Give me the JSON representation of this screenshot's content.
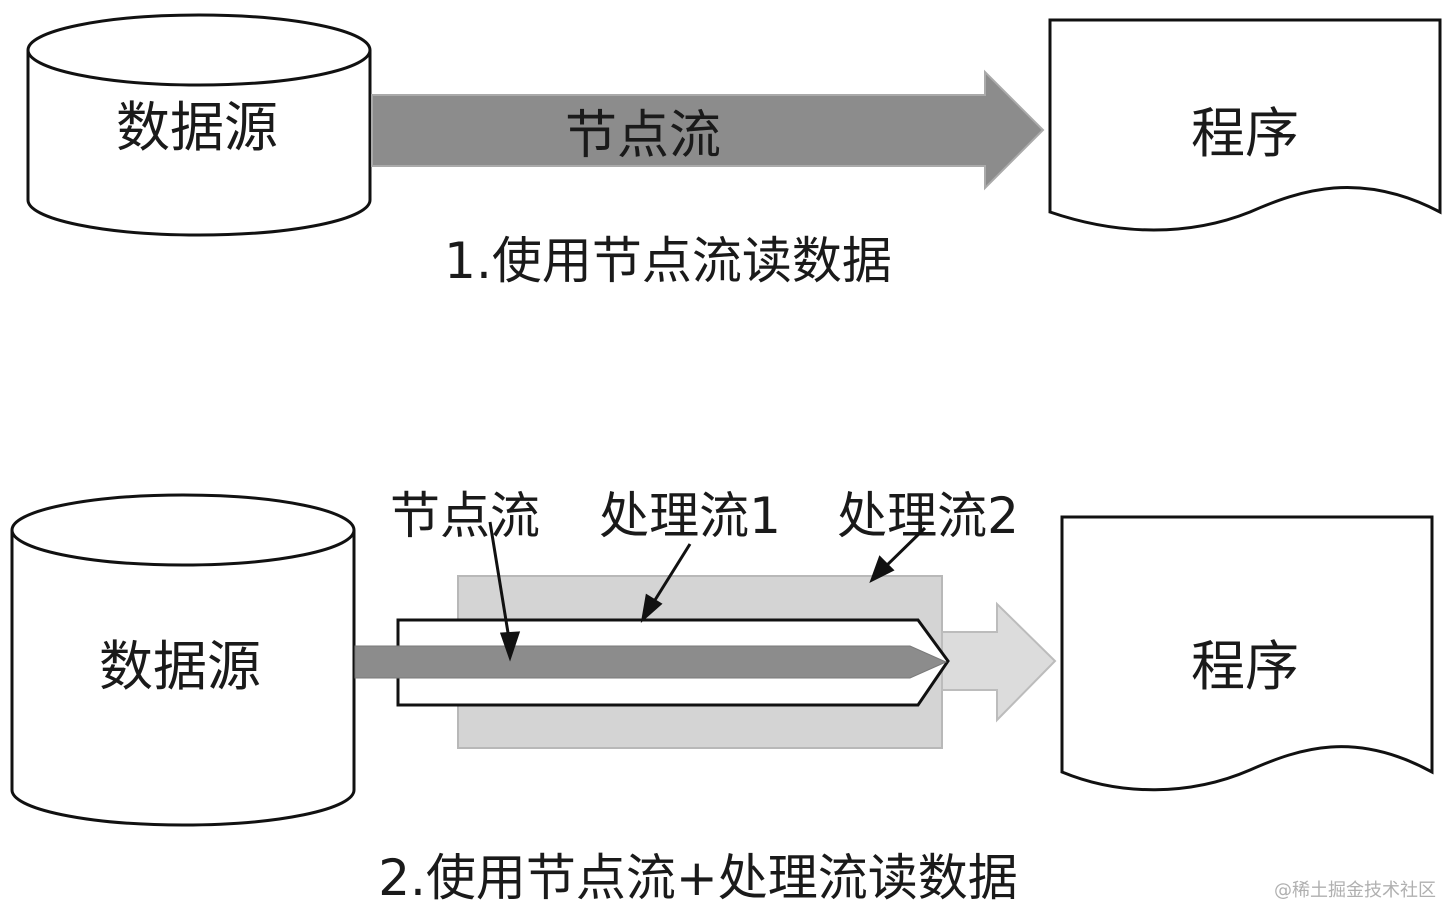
{
  "diagram1": {
    "source_label": "数据源",
    "stream_label": "节点流",
    "program_label": "程序",
    "caption": "1.使用节点流读数据"
  },
  "diagram2": {
    "source_label": "数据源",
    "node_stream_label": "节点流",
    "processing_stream1_label": "处理流1",
    "processing_stream2_label": "处理流2",
    "program_label": "程序",
    "caption": "2.使用节点流+处理流读数据"
  },
  "watermark": "@稀土掘金技术社区",
  "colors": {
    "node_stream_fill": "#8c8c8c",
    "outer_stream_fill": "#d4d4d4",
    "outline": "#111111"
  }
}
